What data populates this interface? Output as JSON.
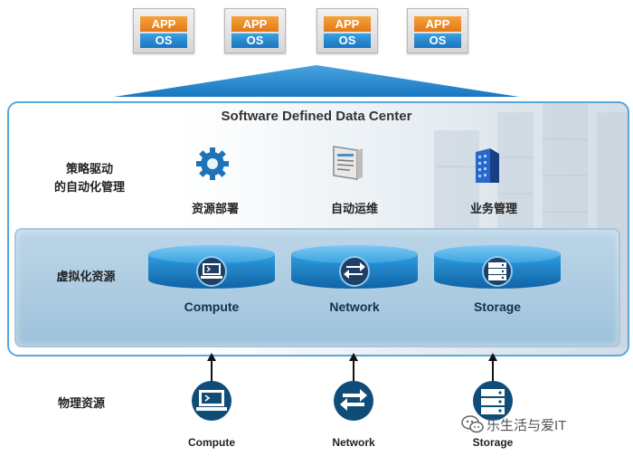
{
  "stack": {
    "app_label": "APP",
    "os_label": "OS"
  },
  "sddc": {
    "title": "Software  Defined Data Center",
    "policy_label_line1": "策略驱动",
    "policy_label_line2": "的自动化管理",
    "features": [
      {
        "label": "资源部署",
        "icon": "gear-icon"
      },
      {
        "label": "自动运维",
        "icon": "window-panel-icon"
      },
      {
        "label": "业务管理",
        "icon": "building-icon"
      }
    ]
  },
  "virtual": {
    "label": "虚拟化资源",
    "pools": [
      {
        "label": "Compute",
        "icon": "terminal-icon"
      },
      {
        "label": "Network",
        "icon": "network-arrows-icon"
      },
      {
        "label": "Storage",
        "icon": "storage-icon"
      }
    ]
  },
  "physical": {
    "label": "物理资源",
    "items": [
      {
        "label": "Compute",
        "icon": "terminal-icon"
      },
      {
        "label": "Network",
        "icon": "network-arrows-icon"
      },
      {
        "label": "Storage",
        "icon": "storage-icon"
      }
    ]
  },
  "watermark": {
    "text": "乐生活与爱IT",
    "icon": "wechat-icon"
  },
  "colors": {
    "app_orange": "#e2781a",
    "os_blue": "#1b74bf",
    "panel_border": "#5aa7dc",
    "pool_blue": "#1a86c8",
    "phys_circle": "#0f4d78"
  }
}
